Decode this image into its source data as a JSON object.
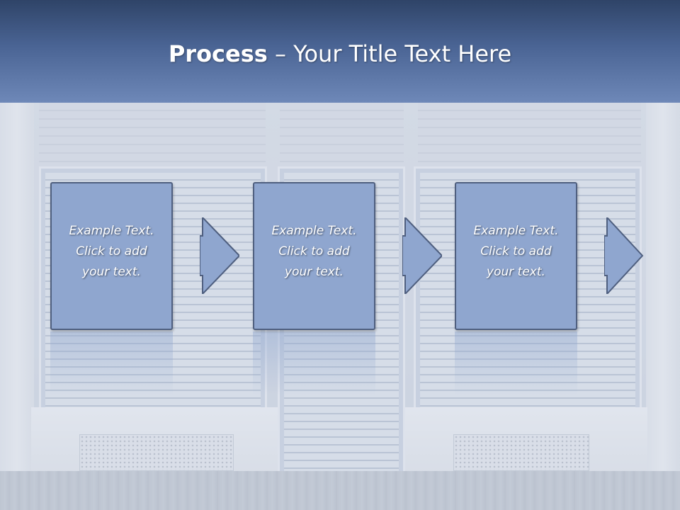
{
  "slide": {
    "title_bold": "Process",
    "title_rest": " – Your Title Text Here"
  },
  "steps": [
    {
      "text": "Example Text.\nClick  to add\nyour text."
    },
    {
      "text": "Example Text.\nClick  to add\nyour text."
    },
    {
      "text": "Example Text.\nClick  to add\nyour text."
    }
  ],
  "colors": {
    "header_top": "#2f4468",
    "header_bottom": "#6e88b8",
    "step_fill": "#8fa6cf",
    "step_border": "#4f5f7f"
  },
  "icons": [
    "right-arrow-icon"
  ]
}
